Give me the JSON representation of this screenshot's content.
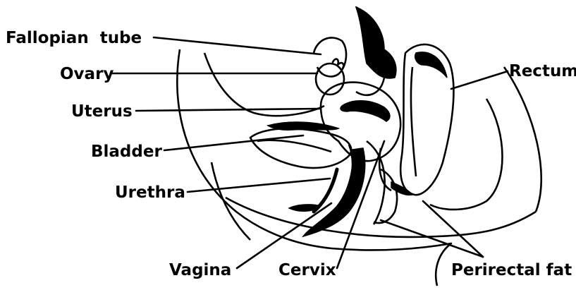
{
  "labels": {
    "fallopian_tube": "Fallopian  tube",
    "ovary": "Ovary",
    "uterus": "Uterus",
    "bladder": "Bladder",
    "urethra": "Urethra",
    "vagina": "Vagina",
    "cervix": "Cervix",
    "rectum": "Rectum",
    "perirectal_fat": "Perirectal fat"
  }
}
